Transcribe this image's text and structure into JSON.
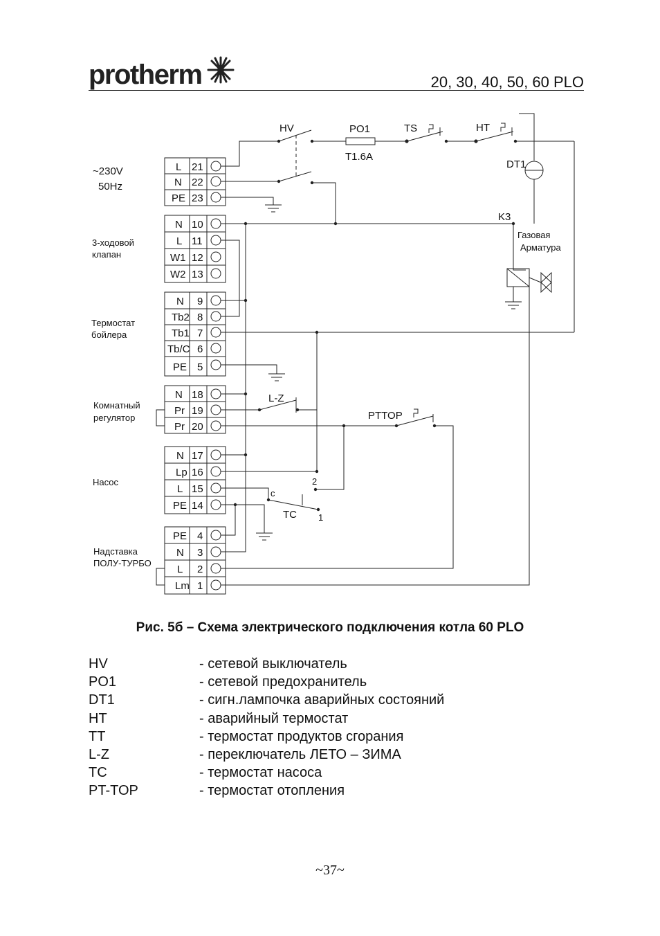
{
  "header": {
    "brand": "protherm",
    "model": "20, 30, 40, 50, 60  PLO"
  },
  "diagram": {
    "supply_label_1": "~230V",
    "supply_label_2": "50Hz",
    "groups": [
      {
        "name": "",
        "rows": [
          {
            "term": "L",
            "num": "21"
          },
          {
            "term": "N",
            "num": "22"
          },
          {
            "term": "PE",
            "num": "23"
          }
        ]
      },
      {
        "name_lines": [
          "3-ходовой",
          "клапан"
        ],
        "rows": [
          {
            "term": "N",
            "num": "10"
          },
          {
            "term": "L",
            "num": "11"
          },
          {
            "term": "W1",
            "num": "12"
          },
          {
            "term": "W2",
            "num": "13"
          }
        ]
      },
      {
        "name_lines": [
          "Термостат",
          "бойлера"
        ],
        "rows": [
          {
            "term": "N",
            "num": "9"
          },
          {
            "term": "Tb2",
            "num": "8"
          },
          {
            "term": "Tb1",
            "num": "7"
          },
          {
            "term": "Tb/C",
            "num": "6"
          },
          {
            "term": "PE",
            "num": "5"
          }
        ]
      },
      {
        "name_lines": [
          "Комнатный",
          "регулятор"
        ],
        "rows": [
          {
            "term": "N",
            "num": "18"
          },
          {
            "term": "Pr",
            "num": "19"
          },
          {
            "term": "Pr",
            "num": "20"
          }
        ]
      },
      {
        "name_lines": [
          "Насос"
        ],
        "rows": [
          {
            "term": "N",
            "num": "17"
          },
          {
            "term": "Lp",
            "num": "16"
          },
          {
            "term": "L",
            "num": "15"
          },
          {
            "term": "PE",
            "num": "14"
          }
        ]
      },
      {
        "name_lines": [
          "Надставка",
          "ПОЛУ-ТУРБО"
        ],
        "rows": [
          {
            "term": "PE",
            "num": "4"
          },
          {
            "term": "N",
            "num": "3"
          },
          {
            "term": "L",
            "num": "2"
          },
          {
            "term": "Lm",
            "num": "1"
          }
        ]
      }
    ],
    "devices": {
      "hv": "HV",
      "po1": "PO1",
      "fuse_rating": "T1.6A",
      "ts": "TS",
      "ht": "HT",
      "dt1": "DT1",
      "k3": "K3",
      "gas_1": "Газовая",
      "gas_2": "Арматура",
      "lz": "L-Z",
      "pttop": "PTTOP",
      "tc": "TC",
      "tc_c": "c",
      "tc_1": "1",
      "tc_2": "2"
    }
  },
  "caption": "Рис. 5б – Схема электрического подключения котла  60  PLO",
  "legend": [
    {
      "code": "HV",
      "desc": "- сетевой выключатель"
    },
    {
      "code": "PO1",
      "desc": "- сетевой предохранитель"
    },
    {
      "code": "DT1",
      "desc": "- сигн.лампочка аварийных состояний"
    },
    {
      "code": "HT",
      "desc": "- аварийный термостат"
    },
    {
      "code": "TT",
      "desc": "- термостат продуктов сгорания"
    },
    {
      "code": "L-Z",
      "desc": "- переключатель ЛЕТО – ЗИМА"
    },
    {
      "code": "TC",
      "desc": "- термостат насоса"
    },
    {
      "code": "PT-TOP",
      "desc": "- термостат отопления"
    }
  ],
  "page_number": "~37~"
}
